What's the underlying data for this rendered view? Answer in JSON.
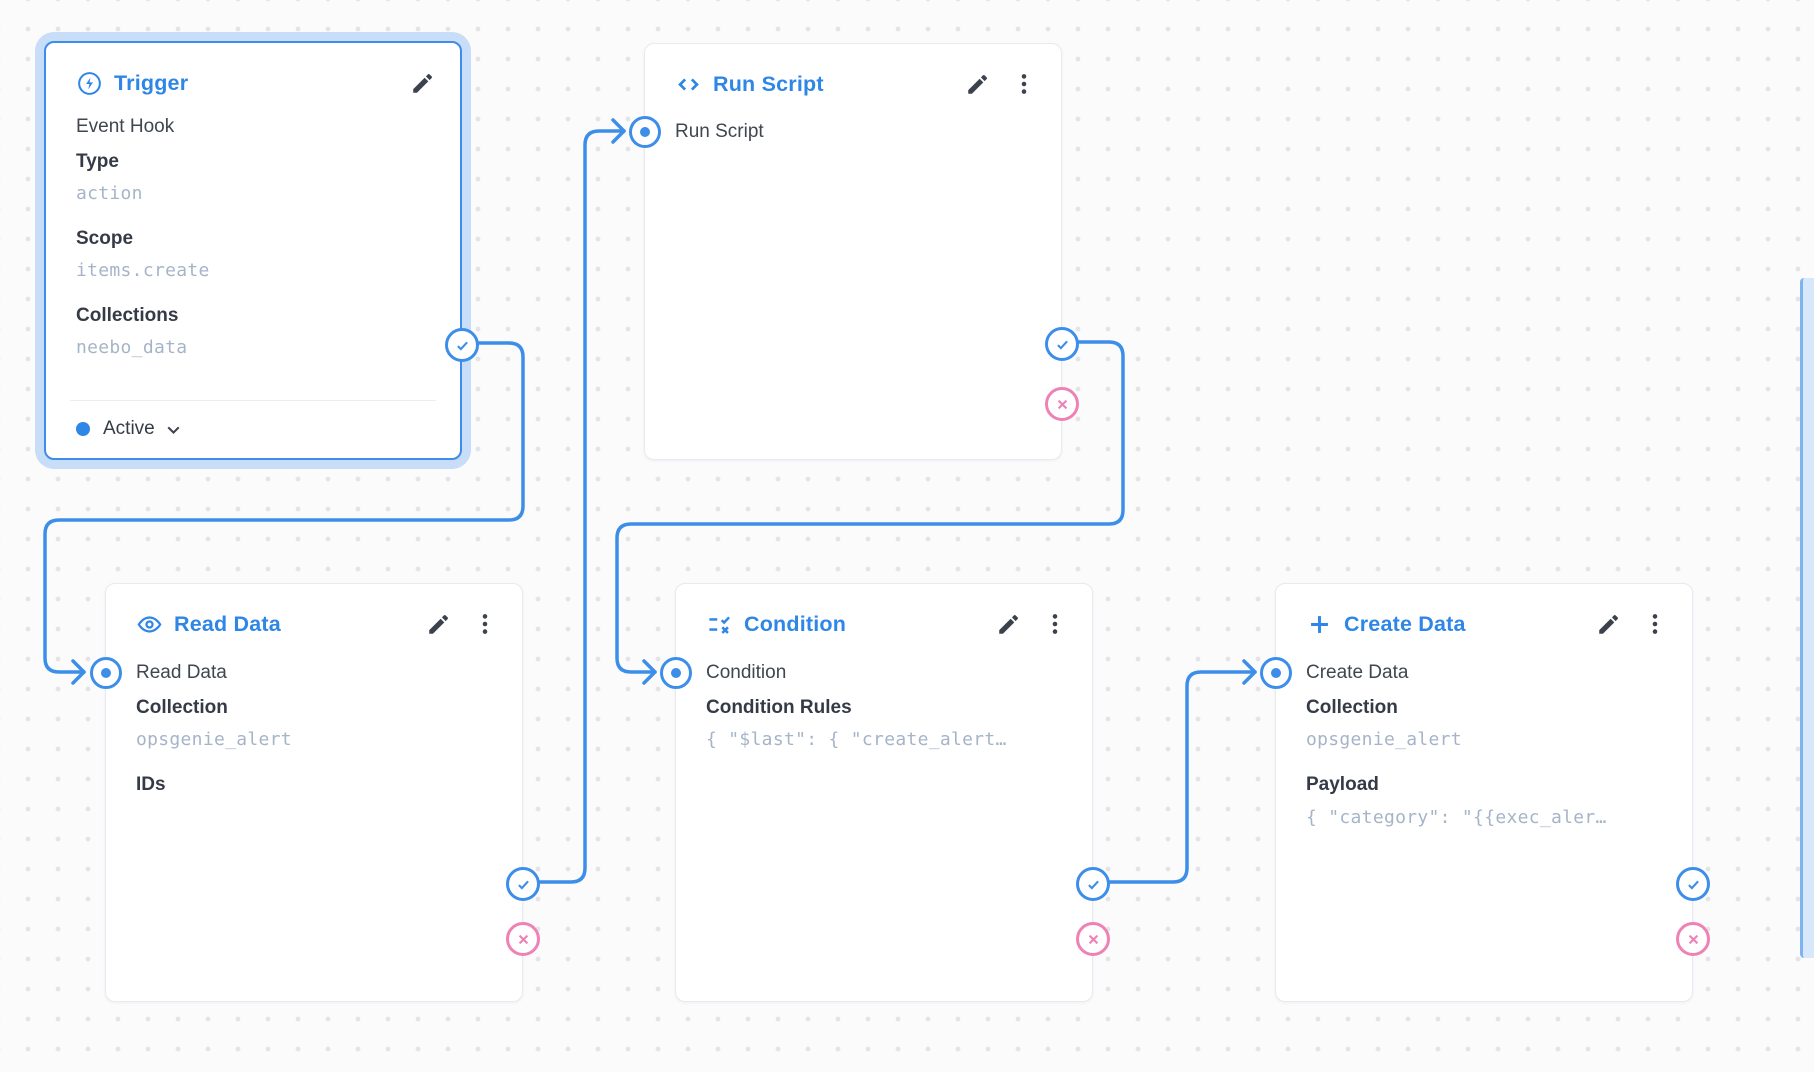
{
  "nodes": {
    "trigger": {
      "title": "Trigger",
      "icon": "bolt-circle-icon",
      "type_label": "Event Hook",
      "fields": [
        {
          "label": "Type",
          "value": "action"
        },
        {
          "label": "Scope",
          "value": "items.create"
        },
        {
          "label": "Collections",
          "value": "neebo_data"
        }
      ],
      "status": "Active"
    },
    "run_script": {
      "title": "Run Script",
      "icon": "code-brackets-icon",
      "anchor_label": "Run Script"
    },
    "read_data": {
      "title": "Read Data",
      "icon": "eye-icon",
      "anchor_label": "Read Data",
      "fields": [
        {
          "label": "Collection",
          "value": "opsgenie_alert"
        },
        {
          "label": "IDs",
          "value": ""
        }
      ]
    },
    "condition": {
      "title": "Condition",
      "icon": "rule-icon",
      "anchor_label": "Condition",
      "fields": [
        {
          "label": "Condition Rules",
          "value": "{ \"$last\": { \"create_alert…"
        }
      ]
    },
    "create_data": {
      "title": "Create Data",
      "icon": "plus-icon",
      "anchor_label": "Create Data",
      "fields": [
        {
          "label": "Collection",
          "value": "opsgenie_alert"
        },
        {
          "label": "Payload",
          "value": "{ \"category\": \"{{exec_aler…"
        }
      ]
    }
  },
  "colors": {
    "accent_blue": "#2e86e7",
    "connector_blue": "#3d8ee9",
    "reject_pink": "#ef82b5",
    "selection_halo": "#c7ddf8",
    "value_gray": "#a6b4c8",
    "status_active_dot": "#2e86e7"
  }
}
